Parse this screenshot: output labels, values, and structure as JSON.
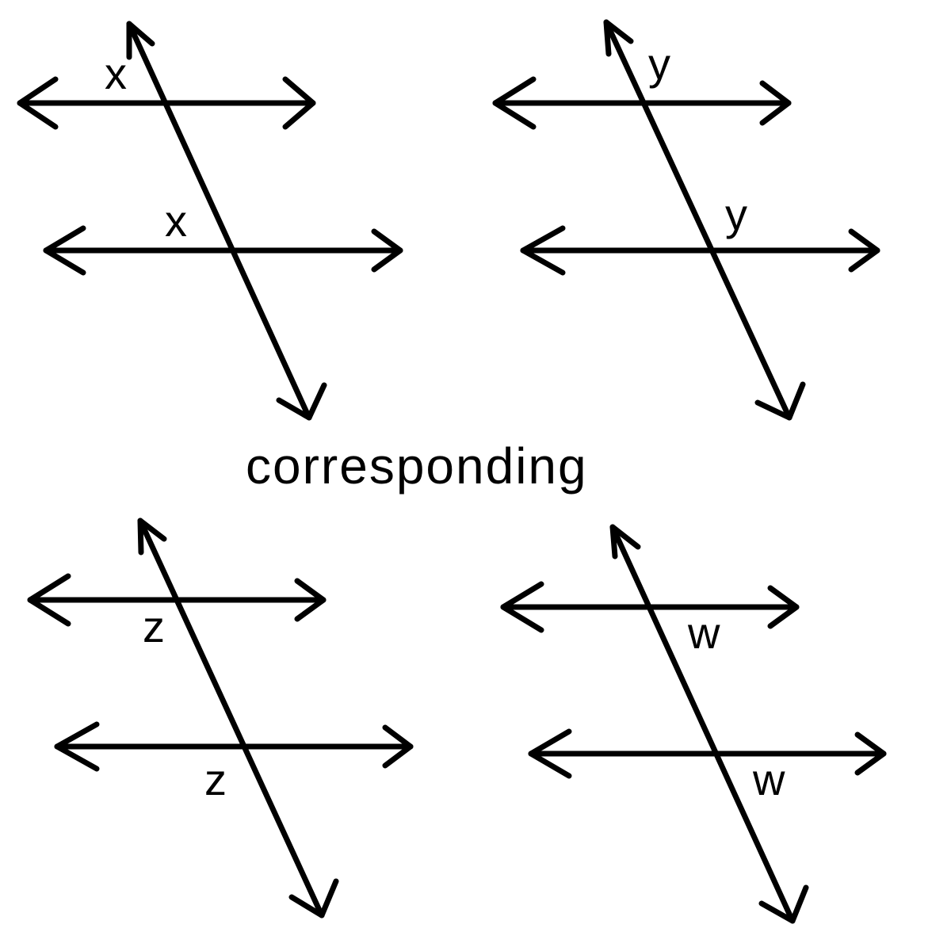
{
  "caption": "corresponding",
  "line_color": "#000000",
  "background": "#ffffff",
  "figures": [
    {
      "id": "x",
      "labels": [
        "x",
        "x"
      ]
    },
    {
      "id": "y",
      "labels": [
        "y",
        "y"
      ]
    },
    {
      "id": "z",
      "labels": [
        "z",
        "z"
      ]
    },
    {
      "id": "w",
      "labels": [
        "w",
        "w"
      ]
    }
  ]
}
